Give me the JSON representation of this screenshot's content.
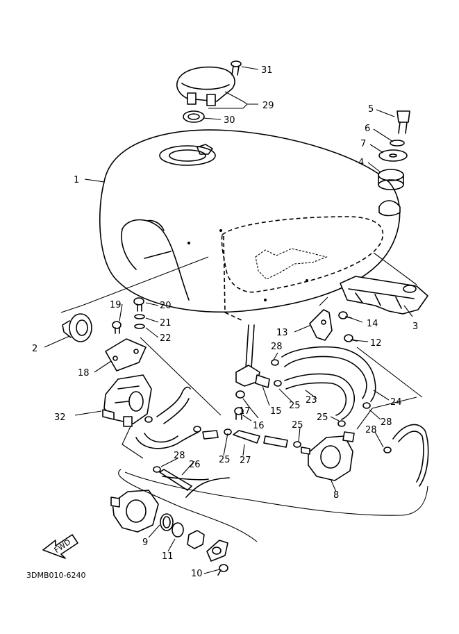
{
  "diagram": {
    "drawing_code": "3DMB010-6240",
    "fwd_label": "FWD",
    "callouts": {
      "c1": "1",
      "c2": "2",
      "c3": "3",
      "c4": "4",
      "c5": "5",
      "c6": "6",
      "c7": "7",
      "c8": "8",
      "c9": "9",
      "c10": "10",
      "c11": "11",
      "c12": "12",
      "c13": "13",
      "c14": "14",
      "c15": "15",
      "c16": "16",
      "c17": "17",
      "c18": "18",
      "c19": "19",
      "c20": "20",
      "c21": "21",
      "c22": "22",
      "c23": "23",
      "c24": "24",
      "c25a": "25",
      "c25b": "25",
      "c25c": "25",
      "c25d": "25",
      "c26": "26",
      "c27": "27",
      "c28a": "28",
      "c28b": "28",
      "c28c": "28",
      "c28d": "28",
      "c29": "29",
      "c30": "30",
      "c31": "31",
      "c32": "32"
    }
  }
}
